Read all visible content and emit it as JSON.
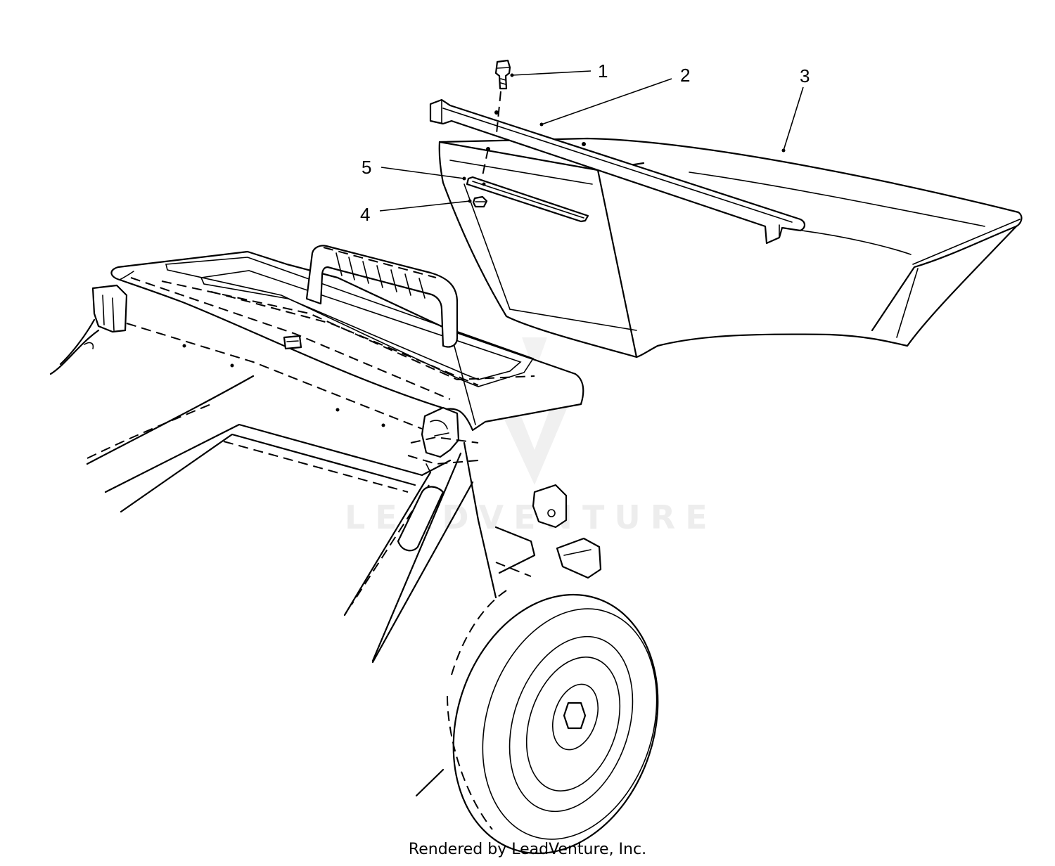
{
  "callouts": [
    {
      "label": "1"
    },
    {
      "label": "2"
    },
    {
      "label": "3"
    },
    {
      "label": "5"
    },
    {
      "label": "4"
    }
  ],
  "watermark": {
    "text": "LEADVENTURE"
  },
  "footer": {
    "text": "Rendered by LeadVenture, Inc."
  }
}
